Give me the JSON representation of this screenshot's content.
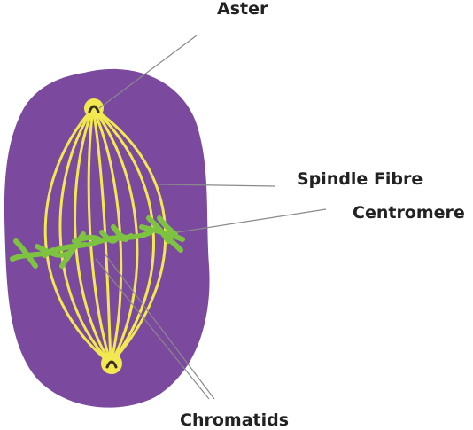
{
  "labels": {
    "aster": "Aster",
    "spindle_fibre": "Spindle Fibre",
    "centromere": "Centromere",
    "chromatids": "Chromatids"
  },
  "colors": {
    "cell": "#7b4a9e",
    "spindle": "#f2e850",
    "chromosome": "#7ec242",
    "pole_dot": "#3a3020",
    "leader_line": "#8a8a8a",
    "text": "#222222"
  }
}
